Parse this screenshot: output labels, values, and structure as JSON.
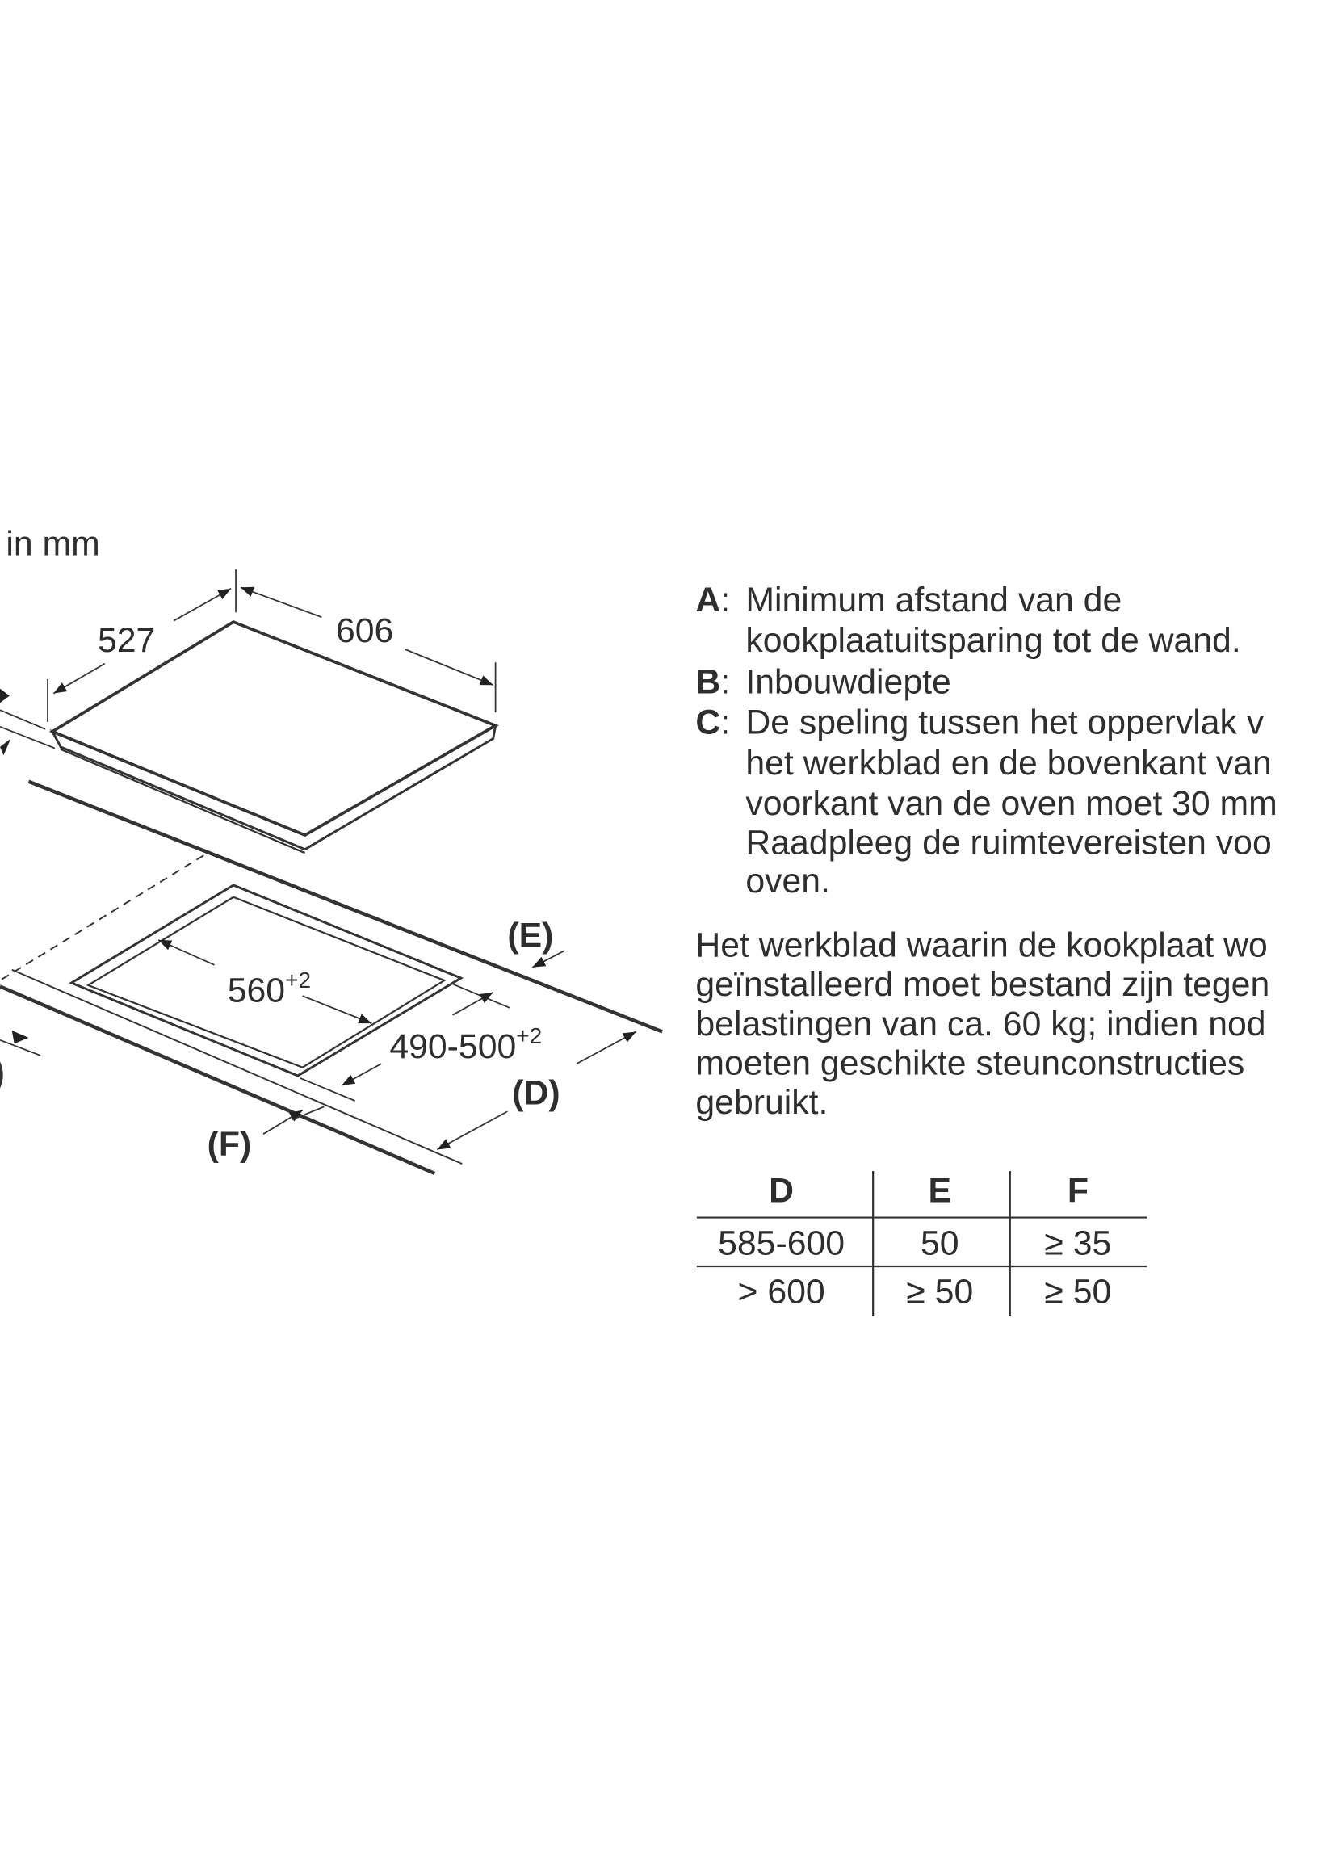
{
  "diagram": {
    "unit_label": "in mm",
    "hob_depth": "527",
    "hob_width": "606",
    "cutout_width": "560",
    "cutout_width_tol": "+2",
    "cutout_depth": "490-500",
    "cutout_depth_tol": "+2",
    "label_e": "(E)",
    "label_d": "(D)",
    "label_f": "(F)"
  },
  "legend": {
    "a_key": "A",
    "a_lines": [
      "Minimum afstand van de",
      "kookplaatuitsparing tot de wand."
    ],
    "b_key": "B",
    "b_lines": [
      "Inbouwdiepte"
    ],
    "c_key": "C",
    "c_lines": [
      "De speling tussen het oppervlak v",
      "het werkblad en de bovenkant van",
      "voorkant van de oven moet 30 mm",
      "Raadpleeg de ruimtevereisten voo",
      "oven."
    ],
    "colon": ":"
  },
  "note": {
    "lines": [
      "Het werkblad waarin de kookplaat wo",
      "geïnstalleerd moet bestand zijn tegen",
      "belastingen van ca. 60 kg; indien nod",
      "moeten geschikte steunconstructies",
      "gebruikt."
    ]
  },
  "table": {
    "headers": [
      "D",
      "E",
      "F"
    ],
    "rows": [
      [
        "585-600",
        "50",
        "≥ 35"
      ],
      [
        "> 600",
        "≥ 50",
        "≥ 50"
      ]
    ]
  }
}
